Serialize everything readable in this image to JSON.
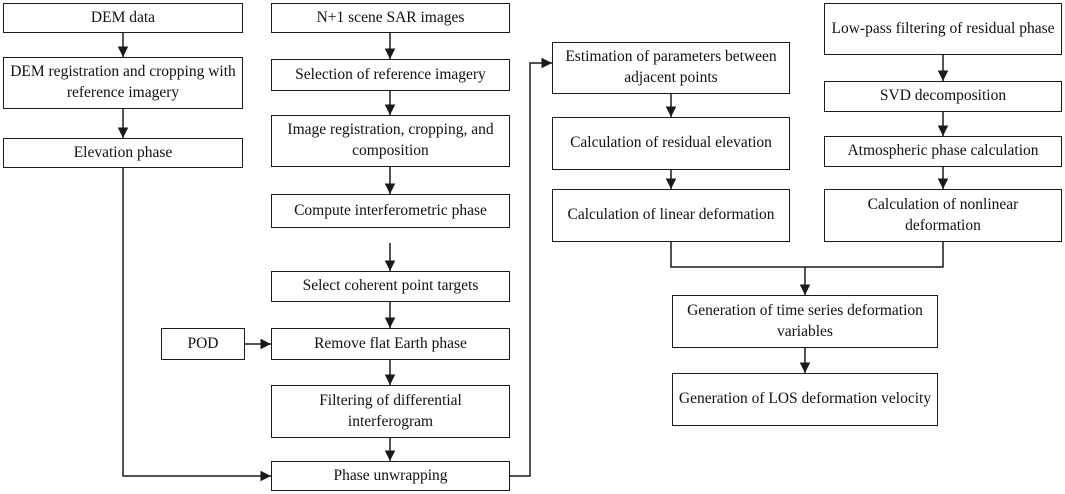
{
  "diagram": {
    "colors": {
      "stroke": "#1a1a1a",
      "text": "#111111",
      "background": "#ffffff"
    },
    "boxes": [
      {
        "id": "dem-data",
        "text": "DEM data"
      },
      {
        "id": "dem-registration",
        "text": "DEM registration and cropping with reference imagery"
      },
      {
        "id": "elevation-phase",
        "text": "Elevation phase"
      },
      {
        "id": "sar-images",
        "text": "N+1 scene SAR images"
      },
      {
        "id": "reference-selection",
        "text": "Selection of reference imagery"
      },
      {
        "id": "image-registration",
        "text": "Image registration, cropping, and composition"
      },
      {
        "id": "interferometric-phase",
        "text": "Compute interferometric phase"
      },
      {
        "id": "coherent-targets",
        "text": "Select coherent point targets"
      },
      {
        "id": "pod",
        "text": "POD"
      },
      {
        "id": "flat-earth",
        "text": "Remove flat Earth phase"
      },
      {
        "id": "filtering",
        "text": "Filtering of differential interferogram"
      },
      {
        "id": "unwrapping",
        "text": "Phase unwrapping"
      },
      {
        "id": "parameter-estimation",
        "text": "Estimation of parameters between adjacent points"
      },
      {
        "id": "residual-elevation",
        "text": "Calculation of residual elevation"
      },
      {
        "id": "linear-deformation",
        "text": "Calculation of linear deformation"
      },
      {
        "id": "lowpass-filtering",
        "text": "Low-pass filtering of residual phase"
      },
      {
        "id": "svd",
        "text": "SVD decomposition"
      },
      {
        "id": "atmospheric-phase",
        "text": "Atmospheric phase calculation"
      },
      {
        "id": "nonlinear-deformation",
        "text": "Calculation of nonlinear deformation"
      },
      {
        "id": "time-series",
        "text": "Generation of time series deformation variables"
      },
      {
        "id": "los-velocity",
        "text": "Generation of LOS deformation velocity"
      }
    ],
    "connections": [
      [
        "dem-data",
        "dem-registration"
      ],
      [
        "dem-registration",
        "elevation-phase"
      ],
      [
        "elevation-phase",
        "unwrapping"
      ],
      [
        "sar-images",
        "reference-selection"
      ],
      [
        "reference-selection",
        "image-registration"
      ],
      [
        "image-registration",
        "interferometric-phase"
      ],
      [
        "interferometric-phase",
        "coherent-targets"
      ],
      [
        "coherent-targets",
        "flat-earth"
      ],
      [
        "pod",
        "flat-earth"
      ],
      [
        "flat-earth",
        "filtering"
      ],
      [
        "filtering",
        "unwrapping"
      ],
      [
        "unwrapping",
        "parameter-estimation"
      ],
      [
        "parameter-estimation",
        "residual-elevation"
      ],
      [
        "residual-elevation",
        "linear-deformation"
      ],
      [
        "lowpass-filtering",
        "svd"
      ],
      [
        "svd",
        "atmospheric-phase"
      ],
      [
        "atmospheric-phase",
        "nonlinear-deformation"
      ],
      [
        "linear-deformation",
        "time-series"
      ],
      [
        "nonlinear-deformation",
        "time-series"
      ],
      [
        "time-series",
        "los-velocity"
      ]
    ]
  }
}
